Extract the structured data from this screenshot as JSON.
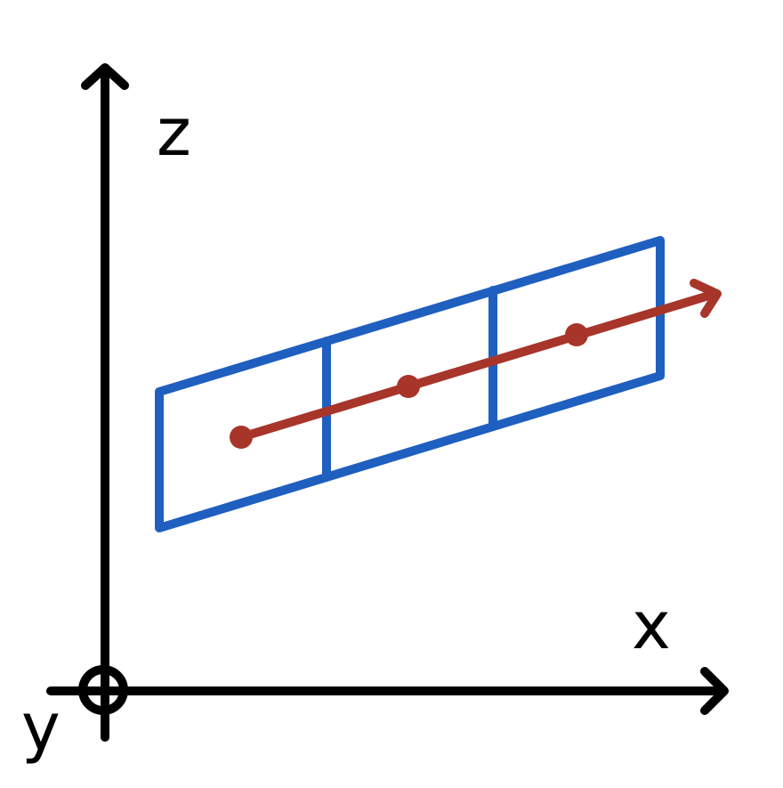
{
  "labels": {
    "z_axis": "z",
    "x_axis": "x",
    "y_axis": "y"
  },
  "colors": {
    "axes": "#000000",
    "panel": "#1f5fbf",
    "vector": "#a8352a",
    "background": "#ffffff"
  },
  "panel": {
    "cells": 3
  },
  "vector": {
    "points": 3
  }
}
